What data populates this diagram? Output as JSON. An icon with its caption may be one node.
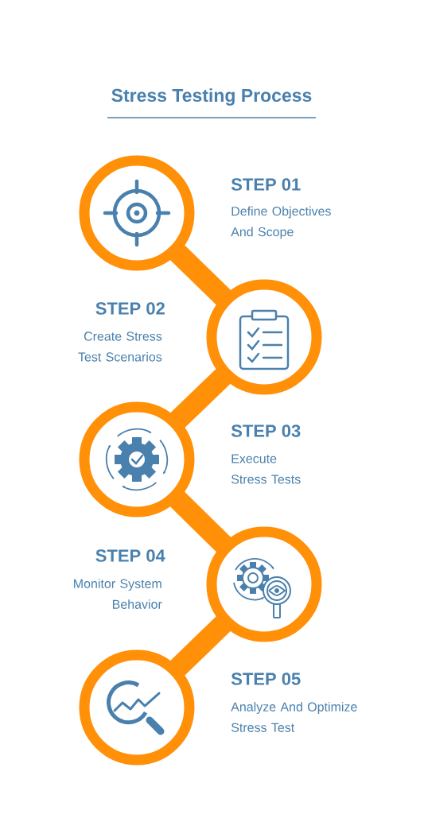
{
  "diagram": {
    "title": "Stress Testing Process",
    "nodes": [
      {
        "text": [],
        "shape": "circle",
        "beside": [
          "STEP 01",
          "Define Objectives And Scope"
        ]
      },
      {
        "text": [],
        "shape": "circle",
        "beside": [
          "STEP 02",
          "Create Stress Test Scenarios"
        ]
      },
      {
        "text": [],
        "shape": "circle",
        "beside": [
          "STEP 03",
          "Execute Stress Tests"
        ]
      },
      {
        "text": [],
        "shape": "circle",
        "beside": [
          "STEP 04",
          "Monitor System Behavior"
        ]
      },
      {
        "text": [],
        "shape": "circle",
        "beside": [
          "STEP 05",
          "Analyze And Optimize Stress Test"
        ]
      }
    ],
    "edges": [
      {
        "from": 0,
        "to": 1,
        "arrow": "none"
      },
      {
        "from": 1,
        "to": 2,
        "arrow": "none"
      },
      {
        "from": 2,
        "to": 3,
        "arrow": "none"
      },
      {
        "from": 3,
        "to": 4,
        "arrow": "none"
      }
    ]
  }
}
